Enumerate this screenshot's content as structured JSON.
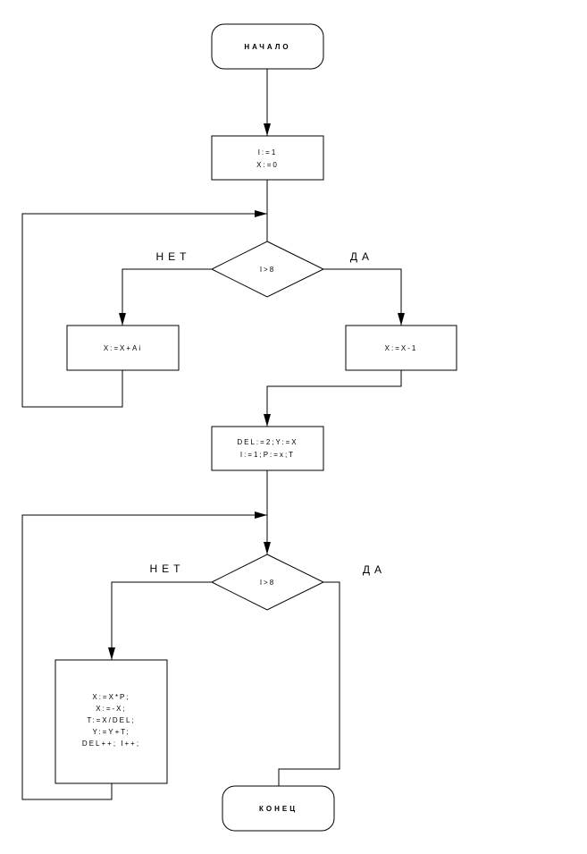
{
  "start_label": "НАЧАЛО",
  "init_block": {
    "line1": "I:=1",
    "line2": "X:=0"
  },
  "decision1": {
    "condition": "I>8",
    "no_label": "НЕТ",
    "yes_label": "ДА"
  },
  "loop1_body": "X:=X+Ai",
  "after1_block": "X:=X-1",
  "init2_block": {
    "line1": "DEL:=2;Y:=X",
    "line2": "I:=1;P:=x;T"
  },
  "decision2": {
    "condition": "I>8",
    "no_label": "НЕТ",
    "yes_label": "ДА"
  },
  "loop2_body": [
    "X:=X*P;",
    "X:=-X;",
    "T:=X/DEL;",
    "Y:=Y+T;",
    "DEL++; I++;"
  ],
  "end_label": "КОНЕЦ"
}
